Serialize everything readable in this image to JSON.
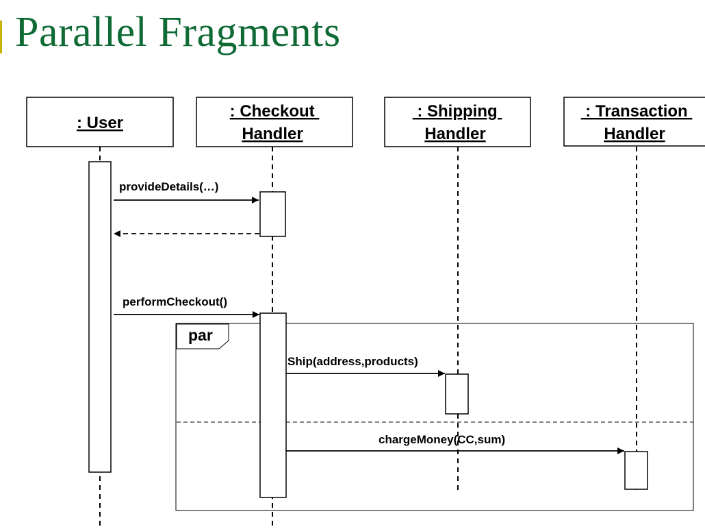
{
  "slide": {
    "title": "Parallel Fragments"
  },
  "lifelines": [
    {
      "id": "user",
      "line1": ": User",
      "line2": ""
    },
    {
      "id": "checkout",
      "line1": ": Checkout ",
      "line2": "Handler"
    },
    {
      "id": "shipping",
      "line1": " : Shipping ",
      "line2": "Handler"
    },
    {
      "id": "transaction",
      "line1": " : Transaction ",
      "line2": "Handler"
    }
  ],
  "messages": [
    {
      "id": "provide-details",
      "label": "provideDetails(…)",
      "from": "user",
      "to": "checkout",
      "style": "sync"
    },
    {
      "id": "provide-details-return",
      "label": "",
      "from": "checkout",
      "to": "user",
      "style": "return"
    },
    {
      "id": "perform-checkout",
      "label": "performCheckout()",
      "from": "user",
      "to": "checkout",
      "style": "sync"
    },
    {
      "id": "ship",
      "label": "Ship(address,products)",
      "from": "checkout",
      "to": "shipping",
      "style": "sync"
    },
    {
      "id": "charge-money",
      "label": "chargeMoney(CC,sum)",
      "from": "checkout",
      "to": "transaction",
      "style": "sync"
    }
  ],
  "fragment": {
    "operator": "par",
    "operand_count": 2
  }
}
